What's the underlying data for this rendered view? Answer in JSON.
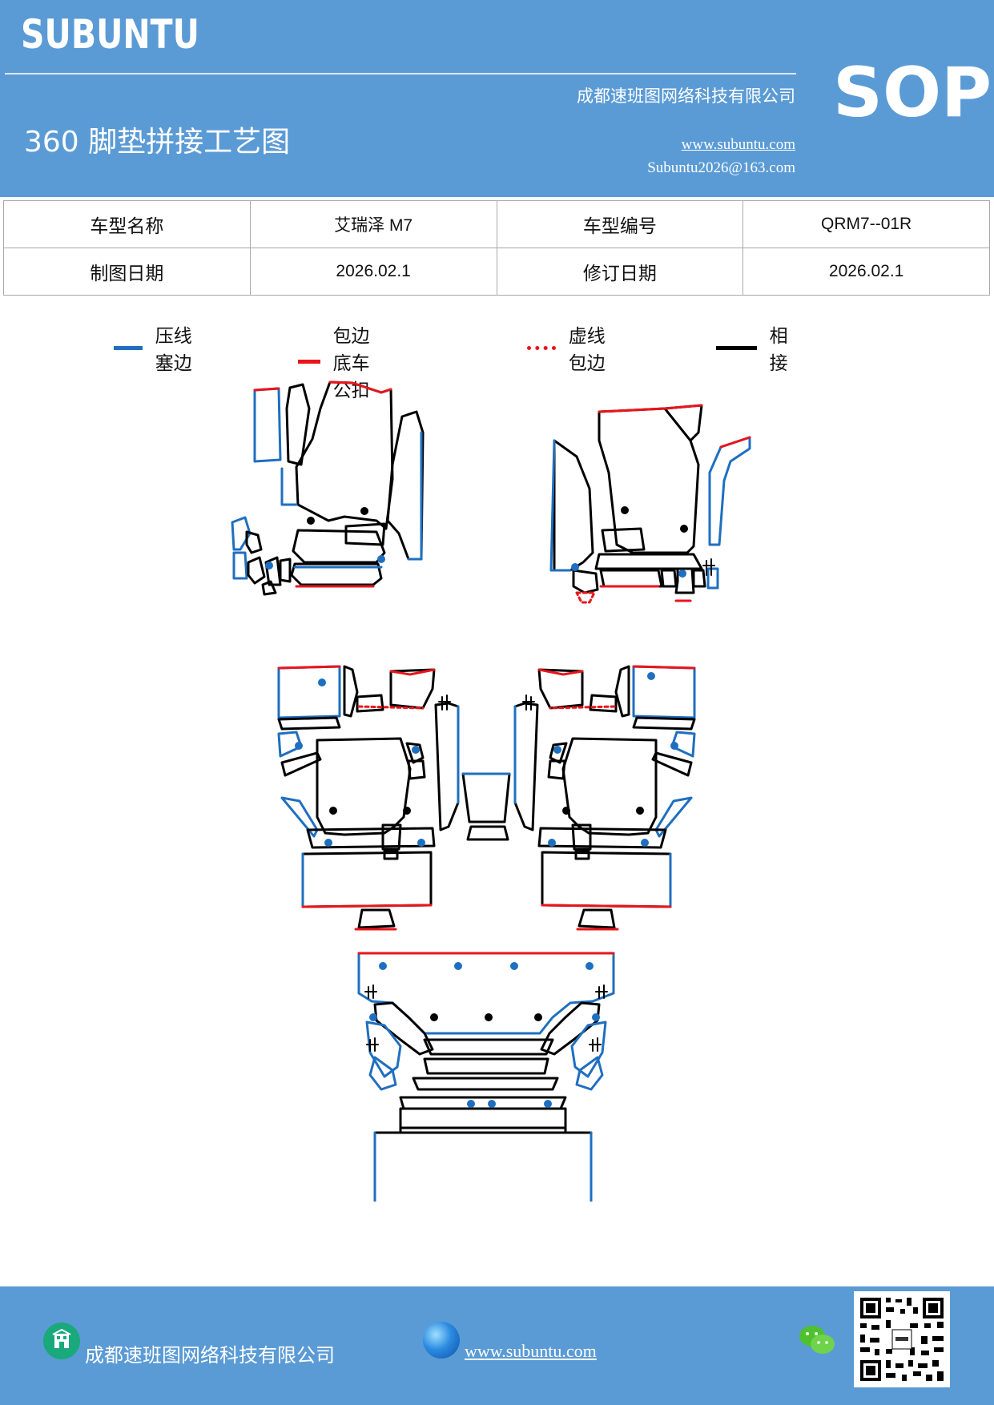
{
  "header": {
    "brand": "SUBUNTU",
    "company": "成都速班图网络科技有限公司",
    "title": "360 脚垫拼接工艺图",
    "url": "www.subuntu.com",
    "email": "Subuntu2026@163.com",
    "badge": "SOP",
    "color": "#5b9bd5"
  },
  "info": {
    "row1": {
      "label1": "车型名称",
      "value1": "艾瑞泽 M7",
      "label2": "车型编号",
      "value2": "QRM7--01R"
    },
    "row2": {
      "label1": "制图日期",
      "value1": "2026.02.1",
      "label2": "修订日期",
      "value2": "2026.02.1"
    }
  },
  "legend": [
    {
      "label": "压线塞边",
      "color": "#1f6fc0",
      "style": "solid"
    },
    {
      "label": "包边底车公扣",
      "color": "#e8161b",
      "style": "solid"
    },
    {
      "label": "虚线包边",
      "color": "#e8161b",
      "style": "dotted"
    },
    {
      "label": "相接",
      "color": "#000000",
      "style": "solid"
    }
  ],
  "footer": {
    "company": "成都速班图网络科技有限公司",
    "url": "www.subuntu.com",
    "icons": [
      "building-icon",
      "globe-icon",
      "wechat-icon",
      "qr-code"
    ]
  }
}
